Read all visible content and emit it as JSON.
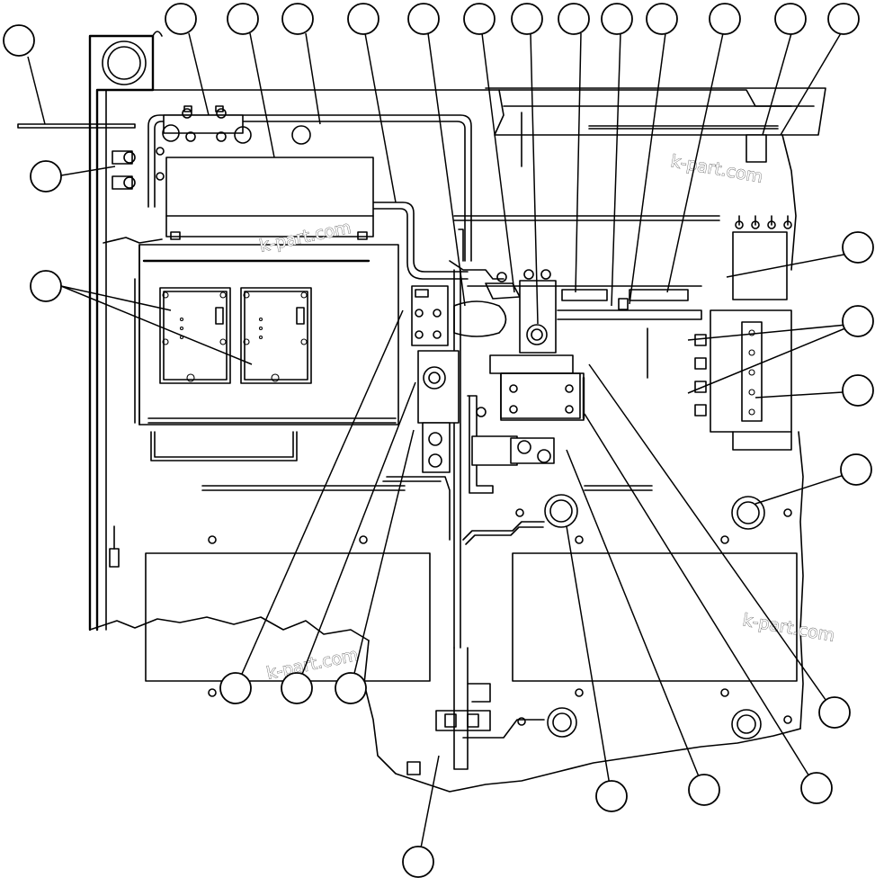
{
  "watermarks": [
    "k-part.com",
    "k-part.com",
    "k-part.com",
    "k-part.com"
  ],
  "callouts": [
    {
      "id": "c1"
    },
    {
      "id": "c2"
    },
    {
      "id": "c3"
    },
    {
      "id": "c4"
    },
    {
      "id": "c5"
    },
    {
      "id": "c6"
    },
    {
      "id": "c7"
    },
    {
      "id": "c8"
    },
    {
      "id": "c9"
    },
    {
      "id": "c10"
    },
    {
      "id": "c11"
    },
    {
      "id": "c12"
    },
    {
      "id": "c13"
    },
    {
      "id": "c14"
    },
    {
      "id": "c15"
    },
    {
      "id": "c16"
    },
    {
      "id": "c17"
    },
    {
      "id": "c18"
    },
    {
      "id": "c19"
    },
    {
      "id": "c20"
    },
    {
      "id": "c21"
    },
    {
      "id": "c22"
    },
    {
      "id": "c23"
    },
    {
      "id": "c24"
    },
    {
      "id": "c25"
    },
    {
      "id": "c26"
    },
    {
      "id": "c27"
    },
    {
      "id": "c28"
    }
  ]
}
